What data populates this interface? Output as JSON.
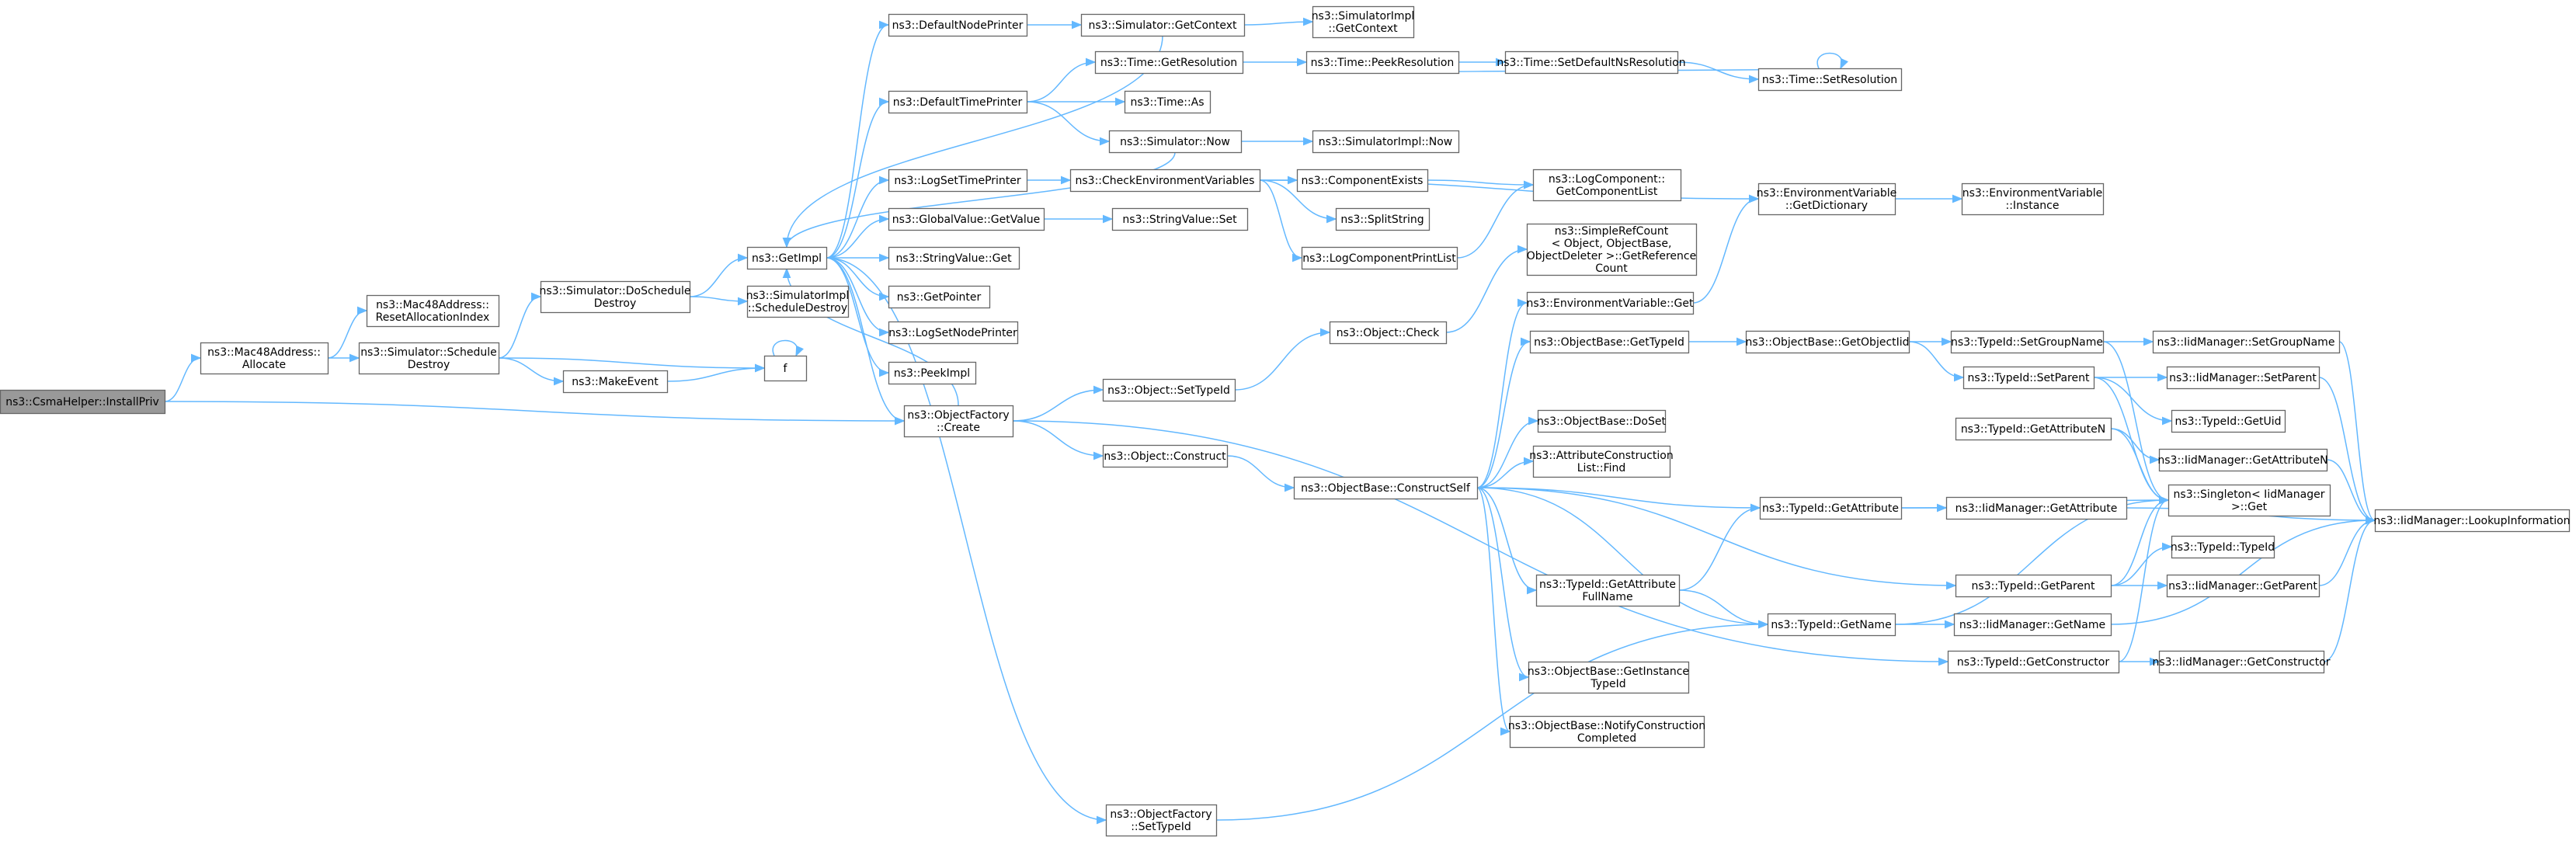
{
  "root": "ns3::CsmaHelper::InstallPriv",
  "nodes": {
    "n0": {
      "label": [
        "ns3::CsmaHelper::InstallPriv"
      ],
      "root": true
    },
    "n1": {
      "label": [
        "ns3::Mac48Address::",
        "Allocate"
      ]
    },
    "n2": {
      "label": [
        "ns3::ObjectFactory",
        "::Create"
      ]
    },
    "n3": {
      "label": [
        "ns3::Mac48Address::",
        "ResetAllocationIndex"
      ]
    },
    "n4": {
      "label": [
        "ns3::Simulator::Schedule",
        "Destroy"
      ]
    },
    "n5": {
      "label": [
        "ns3::Simulator::DoSchedule",
        "Destroy"
      ]
    },
    "n6": {
      "label": [
        "ns3::MakeEvent"
      ]
    },
    "n7": {
      "label": [
        "f"
      ]
    },
    "n8": {
      "label": [
        "ns3::GetImpl"
      ]
    },
    "n9": {
      "label": [
        "ns3::SimulatorImpl",
        "::ScheduleDestroy"
      ]
    },
    "n10": {
      "label": [
        "ns3::DefaultNodePrinter"
      ]
    },
    "n11": {
      "label": [
        "ns3::DefaultTimePrinter"
      ]
    },
    "n12": {
      "label": [
        "ns3::LogSetTimePrinter"
      ]
    },
    "n13": {
      "label": [
        "ns3::GlobalValue::GetValue"
      ]
    },
    "n14": {
      "label": [
        "ns3::StringValue::Get"
      ]
    },
    "n15": {
      "label": [
        "ns3::GetPointer"
      ]
    },
    "n16": {
      "label": [
        "ns3::LogSetNodePrinter"
      ]
    },
    "n17": {
      "label": [
        "ns3::PeekImpl"
      ]
    },
    "n18": {
      "label": [
        "ns3::ObjectFactory",
        "::SetTypeId"
      ]
    },
    "n19": {
      "label": [
        "ns3::Simulator::GetContext"
      ]
    },
    "n20": {
      "label": [
        "ns3::Time::GetResolution"
      ]
    },
    "n21": {
      "label": [
        "ns3::Time::As"
      ]
    },
    "n22": {
      "label": [
        "ns3::Simulator::Now"
      ]
    },
    "n23": {
      "label": [
        "ns3::CheckEnvironmentVariables"
      ]
    },
    "n24": {
      "label": [
        "ns3::StringValue::Set"
      ]
    },
    "n25": {
      "label": [
        "ns3::Object::SetTypeId"
      ]
    },
    "n26": {
      "label": [
        "ns3::Object::Construct"
      ]
    },
    "n27": {
      "label": [
        "ns3::SimulatorImpl",
        "::GetContext"
      ]
    },
    "n28": {
      "label": [
        "ns3::Time::PeekResolution"
      ]
    },
    "n29": {
      "label": [
        "ns3::SimulatorImpl::Now"
      ]
    },
    "n30": {
      "label": [
        "ns3::ComponentExists"
      ]
    },
    "n31": {
      "label": [
        "ns3::SplitString"
      ]
    },
    "n32": {
      "label": [
        "ns3::LogComponentPrintList"
      ]
    },
    "n33": {
      "label": [
        "ns3::Object::Check"
      ]
    },
    "n34": {
      "label": [
        "ns3::ObjectBase::ConstructSelf"
      ]
    },
    "n35": {
      "label": [
        "ns3::Time::SetDefaultNsResolution"
      ]
    },
    "n36": {
      "label": [
        "ns3::Time::SetResolution"
      ]
    },
    "n37": {
      "label": [
        "ns3::LogComponent::",
        "GetComponentList"
      ]
    },
    "n38": {
      "label": [
        "ns3::EnvironmentVariable",
        "::GetDictionary"
      ]
    },
    "n39": {
      "label": [
        "ns3::EnvironmentVariable",
        "::Instance"
      ]
    },
    "n40": {
      "label": [
        "ns3::SimpleRefCount",
        "< Object, ObjectBase,",
        "ObjectDeleter >::GetReference",
        "Count"
      ]
    },
    "n41": {
      "label": [
        "ns3::EnvironmentVariable::Get"
      ]
    },
    "n42": {
      "label": [
        "ns3::ObjectBase::GetTypeId"
      ]
    },
    "n43": {
      "label": [
        "ns3::ObjectBase::DoSet"
      ]
    },
    "n44": {
      "label": [
        "ns3::AttributeConstruction",
        "List::Find"
      ]
    },
    "n45": {
      "label": [
        "ns3::TypeId::GetAttribute",
        "FullName"
      ]
    },
    "n46": {
      "label": [
        "ns3::ObjectBase::GetInstance",
        "TypeId"
      ]
    },
    "n47": {
      "label": [
        "ns3::ObjectBase::NotifyConstruction",
        "Completed"
      ]
    },
    "n48": {
      "label": [
        "ns3::TypeId::GetAttribute"
      ]
    },
    "n49": {
      "label": [
        "ns3::TypeId::GetName"
      ]
    },
    "n50": {
      "label": [
        "ns3::TypeId::GetParent"
      ]
    },
    "n51": {
      "label": [
        "ns3::TypeId::GetConstructor"
      ]
    },
    "n52": {
      "label": [
        "ns3::ObjectBase::GetObjectIid"
      ]
    },
    "n53": {
      "label": [
        "ns3::TypeId::SetGroupName"
      ]
    },
    "n54": {
      "label": [
        "ns3::TypeId::SetParent"
      ]
    },
    "n55": {
      "label": [
        "ns3::TypeId::GetAttributeN"
      ]
    },
    "n56": {
      "label": [
        "ns3::TypeId::GetUid"
      ]
    },
    "n57": {
      "label": [
        "ns3::Singleton< IidManager",
        ">::Get"
      ]
    },
    "n58": {
      "label": [
        "ns3::IidManager::GetAttribute"
      ]
    },
    "n59": {
      "label": [
        "ns3::TypeId::TypeId"
      ]
    },
    "n60": {
      "label": [
        "ns3::IidManager::GetName"
      ]
    },
    "n61": {
      "label": [
        "ns3::IidManager::GetConstructor"
      ]
    },
    "n62": {
      "label": [
        "ns3::IidManager::SetGroupName"
      ]
    },
    "n63": {
      "label": [
        "ns3::IidManager::SetParent"
      ]
    },
    "n64": {
      "label": [
        "ns3::IidManager::GetAttributeN"
      ]
    },
    "n65": {
      "label": [
        "ns3::IidManager::GetParent"
      ]
    },
    "n66": {
      "label": [
        "ns3::IidManager::LookupInformation"
      ]
    }
  },
  "edges": [
    [
      "n0",
      "n1"
    ],
    [
      "n0",
      "n2"
    ],
    [
      "n1",
      "n3"
    ],
    [
      "n1",
      "n4"
    ],
    [
      "n4",
      "n5"
    ],
    [
      "n4",
      "n6"
    ],
    [
      "n4",
      "n7"
    ],
    [
      "n5",
      "n8"
    ],
    [
      "n5",
      "n9"
    ],
    [
      "n6",
      "n7"
    ],
    [
      "n7",
      "n7"
    ],
    [
      "n8",
      "n10"
    ],
    [
      "n8",
      "n11"
    ],
    [
      "n8",
      "n12"
    ],
    [
      "n8",
      "n13"
    ],
    [
      "n8",
      "n14"
    ],
    [
      "n8",
      "n15"
    ],
    [
      "n8",
      "n16"
    ],
    [
      "n8",
      "n17"
    ],
    [
      "n8",
      "n2"
    ],
    [
      "n10",
      "n19"
    ],
    [
      "n19",
      "n8"
    ],
    [
      "n19",
      "n27"
    ],
    [
      "n11",
      "n20"
    ],
    [
      "n11",
      "n21"
    ],
    [
      "n11",
      "n22"
    ],
    [
      "n20",
      "n28"
    ],
    [
      "n22",
      "n8"
    ],
    [
      "n22",
      "n29"
    ],
    [
      "n12",
      "n23"
    ],
    [
      "n13",
      "n24"
    ],
    [
      "n23",
      "n30"
    ],
    [
      "n23",
      "n31"
    ],
    [
      "n23",
      "n32"
    ],
    [
      "n23",
      "n38"
    ],
    [
      "n30",
      "n37"
    ],
    [
      "n32",
      "n37"
    ],
    [
      "n28",
      "n35"
    ],
    [
      "n35",
      "n36"
    ],
    [
      "n36",
      "n28"
    ],
    [
      "n36",
      "n36"
    ],
    [
      "n38",
      "n39"
    ],
    [
      "n2",
      "n8"
    ],
    [
      "n2",
      "n25"
    ],
    [
      "n2",
      "n26"
    ],
    [
      "n2",
      "n51"
    ],
    [
      "n8",
      "n18"
    ],
    [
      "n18",
      "n49"
    ],
    [
      "n25",
      "n33"
    ],
    [
      "n33",
      "n40"
    ],
    [
      "n26",
      "n34"
    ],
    [
      "n34",
      "n41"
    ],
    [
      "n41",
      "n38"
    ],
    [
      "n34",
      "n42"
    ],
    [
      "n34",
      "n43"
    ],
    [
      "n34",
      "n44"
    ],
    [
      "n34",
      "n45"
    ],
    [
      "n34",
      "n46"
    ],
    [
      "n34",
      "n47"
    ],
    [
      "n34",
      "n48"
    ],
    [
      "n34",
      "n49"
    ],
    [
      "n34",
      "n50"
    ],
    [
      "n42",
      "n52"
    ],
    [
      "n52",
      "n53"
    ],
    [
      "n52",
      "n54"
    ],
    [
      "n53",
      "n57"
    ],
    [
      "n53",
      "n62"
    ],
    [
      "n54",
      "n56"
    ],
    [
      "n54",
      "n57"
    ],
    [
      "n54",
      "n63"
    ],
    [
      "n55",
      "n57"
    ],
    [
      "n55",
      "n64"
    ],
    [
      "n45",
      "n48"
    ],
    [
      "n45",
      "n49"
    ],
    [
      "n48",
      "n57"
    ],
    [
      "n48",
      "n58"
    ],
    [
      "n49",
      "n57"
    ],
    [
      "n49",
      "n60"
    ],
    [
      "n50",
      "n57"
    ],
    [
      "n50",
      "n59"
    ],
    [
      "n50",
      "n65"
    ],
    [
      "n51",
      "n57"
    ],
    [
      "n51",
      "n61"
    ],
    [
      "n58",
      "n66"
    ],
    [
      "n60",
      "n66"
    ],
    [
      "n61",
      "n66"
    ],
    [
      "n62",
      "n66"
    ],
    [
      "n63",
      "n66"
    ],
    [
      "n64",
      "n66"
    ],
    [
      "n65",
      "n66"
    ]
  ]
}
